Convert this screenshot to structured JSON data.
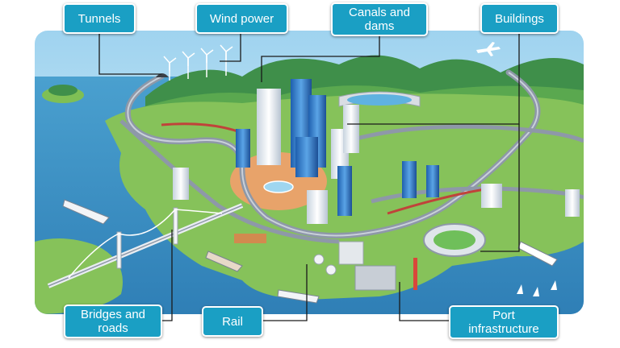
{
  "labels": {
    "tunnels": "Tunnels",
    "wind_power": "Wind power",
    "canals_dams": "Canals and\ndams",
    "buildings": "Buildings",
    "bridges_roads": "Bridges and\nroads",
    "rail": "Rail",
    "port_infrastructure": "Port\ninfrastructure"
  },
  "colors": {
    "callout_fill": "#1a9fc4",
    "callout_border": "#ffffff",
    "leader_line": "#1a1a1a",
    "sea": "#3f93c6",
    "sky": "#bfe3f5",
    "land": "#86c25a",
    "hills": "#3f8f4a",
    "road": "#8e98a8",
    "city_plaza": "#e8a36a"
  },
  "icons": [
    "wind-turbine-icon",
    "airplane-icon",
    "sailboat-icon",
    "ship-icon"
  ]
}
